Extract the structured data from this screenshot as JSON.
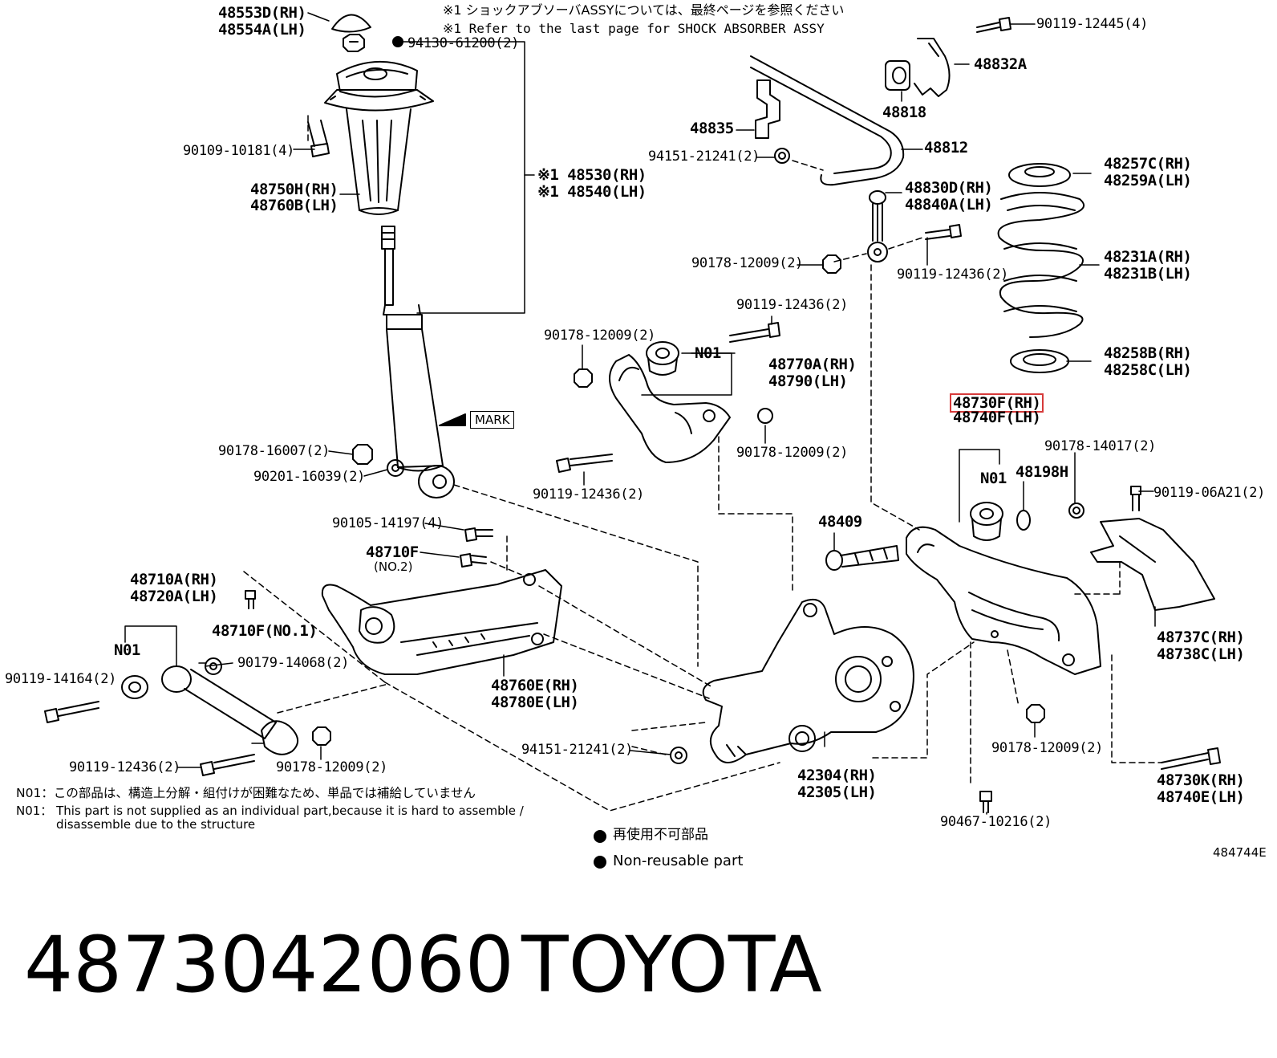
{
  "notes": {
    "ref_jp": "※1 ショックアブソーバASSYについては、最終ページを参照ください",
    "ref_en": "※1 Refer to the last page for SHOCK ABSORBER ASSY",
    "n01_jp": "N01：この部品は、構造上分解・組付けが困難なため、単品では補給していません",
    "n01_en_1": "N01： This part is not supplied as an individual part,because it is hard to assemble /",
    "n01_en_2": "disassemble due to the structure",
    "legend_jp": "再使用不可部品",
    "legend_en": "Non-reusable part",
    "diagram_id": "484744E",
    "mark": "MARK"
  },
  "footer": {
    "part_number": "4873042060",
    "brand": "TOYOTA"
  },
  "colors": {
    "highlight": "#d63a3a",
    "ink": "#000000"
  },
  "labels": {
    "p48553D": "48553D(RH)",
    "p48554A": "48554A(LH)",
    "p94130": "94130-61200(2)",
    "p90109": "90109-10181(4)",
    "p48750H": "48750H(RH)",
    "p48760B": "48760B(LH)",
    "p48530": "※1 48530(RH)",
    "p48540": "※1 48540(LH)",
    "p90178_16007": "90178-16007(2)",
    "p90201": "90201-16039(2)",
    "p90105": "90105-14197(4)",
    "p48710F": "48710F",
    "p48710F_no2": "(NO.2)",
    "p48710A": "48710A(RH)",
    "p48720A": "48720A(LH)",
    "p48710F_no1": "48710F(NO.1)",
    "n01_a": "N01",
    "p90119_14164": "90119-14164(2)",
    "p90179": "90179-14068(2)",
    "p48760E": "48760E(RH)",
    "p48780E": "48780E(LH)",
    "p90119_12436_a": "90119-12436(2)",
    "p90178_12009_a": "90178-12009(2)",
    "p94151_b": "94151-21241(2)",
    "p42304": "42304(RH)",
    "p42305": "42305(LH)",
    "p90119_12445": "90119-12445(4)",
    "p48832A": "48832A",
    "p48818": "48818",
    "p48835": "48835",
    "p94151_a": "94151-21241(2)",
    "p48812": "48812",
    "p48830D": "48830D(RH)",
    "p48840A": "48840A(LH)",
    "p90178_12009_b": "90178-12009(2)",
    "p90119_12436_b": "90119-12436(2)",
    "p90119_12436_c": "90119-12436(2)",
    "p90178_12009_c": "90178-12009(2)",
    "n01_b": "N01",
    "p48770A": "48770A(RH)",
    "p48790": "48790(LH)",
    "p90178_12009_d": "90178-12009(2)",
    "p90119_12436_d": "90119-12436(2)",
    "p48257C": "48257C(RH)",
    "p48259A": "48259A(LH)",
    "p48231A": "48231A(RH)",
    "p48231B": "48231B(LH)",
    "p48258B": "48258B(RH)",
    "p48258C": "48258C(LH)",
    "p48730F": "48730F(RH)",
    "p48740F": "48740F(LH)",
    "p90178_14017": "90178-14017(2)",
    "n01_c": "N01",
    "p48198H": "48198H",
    "p90119_06A21": "90119-06A21(2)",
    "p48409": "48409",
    "p48737C": "48737C(RH)",
    "p48738C": "48738C(LH)",
    "p90178_12009_e": "90178-12009(2)",
    "p48730K": "48730K(RH)",
    "p48740E": "48740E(LH)",
    "p90467": "90467-10216(2)"
  }
}
